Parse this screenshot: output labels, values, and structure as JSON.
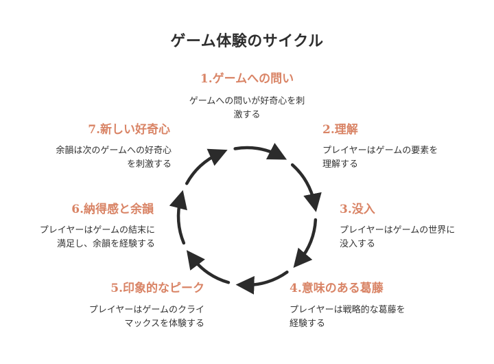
{
  "title": "ゲーム体験のサイクル",
  "steps": [
    {
      "title": "1.ゲームへの問い",
      "description": "ゲームへの問いが好奇心を刺\n激する"
    },
    {
      "title": "2.理解",
      "description": "プレイヤーはゲームの要素を\n理解する"
    },
    {
      "title": "3.没入",
      "description": "プレイヤーはゲームの世界に\n没入する"
    },
    {
      "title": "4.意味のある葛藤",
      "description": "プレイヤーは戦略的な葛藤を\n経験する"
    },
    {
      "title": "5.印象的なピーク",
      "description": "プレイヤーはゲームのクライ\nマックスを体験する"
    },
    {
      "title": "6.納得感と余韻",
      "description": "プレイヤーはゲームの結末に\n満足し、余韻を経験する"
    },
    {
      "title": "7.新しい好奇心",
      "description": "余韻は次のゲームへの好奇心\nを刺激する"
    }
  ],
  "colors": {
    "accent": "#d98466",
    "arrow": "#2b2b2b",
    "text": "#333333"
  }
}
